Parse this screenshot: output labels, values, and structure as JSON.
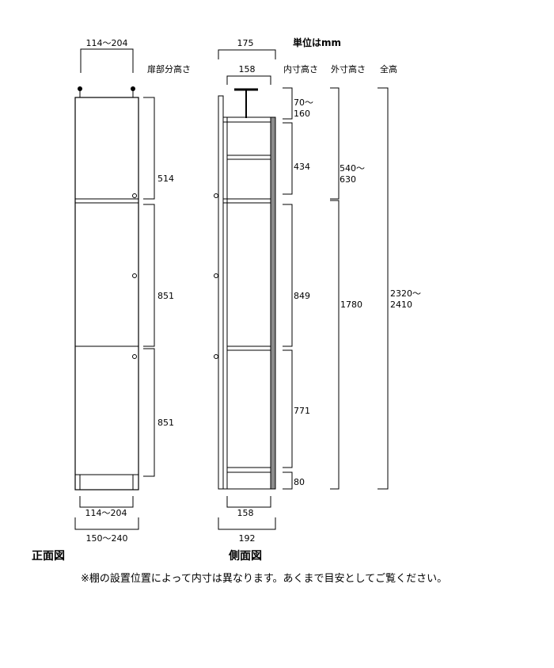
{
  "unit_label": "単位はmm",
  "headers": {
    "door_height": "扉部分高さ",
    "inner_height": "内寸高さ",
    "outer_height": "外寸高さ",
    "total_height": "全高"
  },
  "front": {
    "top_width": "114～204",
    "door_heights": [
      "514",
      "851",
      "851"
    ],
    "bottom_inner_width": "114～204",
    "bottom_outer_width": "150～240",
    "title": "正面図"
  },
  "side": {
    "top_width": "175",
    "top_inner_width": "158",
    "inner_heights": [
      {
        "lines": [
          "70～",
          "160"
        ]
      },
      {
        "lines": [
          "434"
        ]
      },
      {
        "lines": [
          "849"
        ]
      },
      {
        "lines": [
          "771"
        ]
      },
      {
        "lines": [
          "80"
        ]
      }
    ],
    "outer_heights": [
      {
        "lines": [
          "540～",
          "630"
        ]
      },
      {
        "lines": [
          "1780"
        ]
      }
    ],
    "total_height": {
      "lines": [
        "2320～",
        "2410"
      ]
    },
    "bottom_inner_width": "158",
    "bottom_outer_width": "192",
    "title": "側面図"
  },
  "note": "※棚の設置位置によって内寸は異なります。あくまで目安としてご覧ください。"
}
